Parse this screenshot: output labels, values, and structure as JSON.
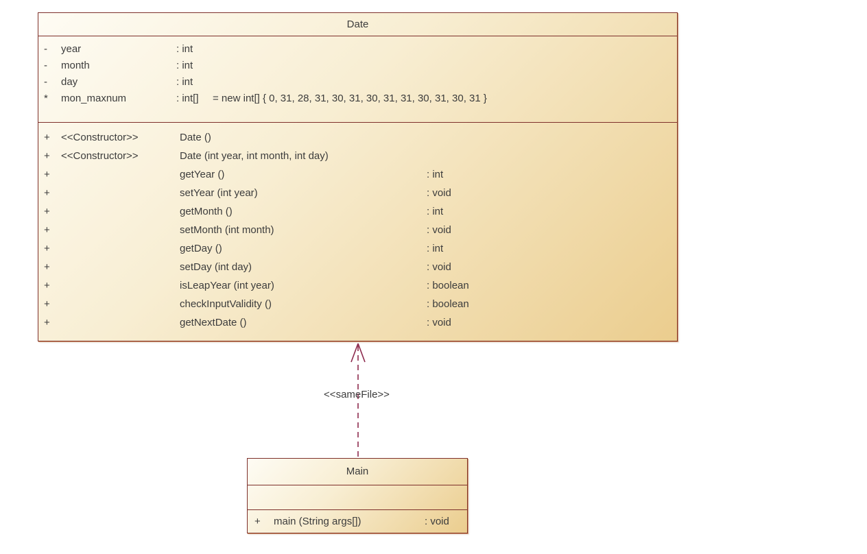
{
  "canvas": {
    "background": "#ffffff"
  },
  "colors": {
    "box_border": "#7d2f2a",
    "box_fill_light": "#fefcf4",
    "box_fill_dark": "#ebcd8e",
    "connector": "#8d2b4e",
    "text": "#3c3c3c",
    "shadow": "#d89b6e"
  },
  "classes": [
    {
      "title": "Date",
      "attributes": [
        {
          "vis": "-",
          "name": "year",
          "type": ": int",
          "value": ""
        },
        {
          "vis": "-",
          "name": "month",
          "type": ": int",
          "value": ""
        },
        {
          "vis": "-",
          "name": "day",
          "type": ": int",
          "value": ""
        },
        {
          "vis": "*",
          "name": "mon_maxnum",
          "type": ": int[]",
          "value": "= new int[] { 0, 31, 28, 31, 30, 31, 30, 31, 31, 30, 31, 30, 31 }"
        }
      ],
      "methods": [
        {
          "vis": "+",
          "stereotype": "<<Constructor>>",
          "signature": "Date ()",
          "returns": ""
        },
        {
          "vis": "+",
          "stereotype": "<<Constructor>>",
          "signature": "Date (int year, int month, int day)",
          "returns": ""
        },
        {
          "vis": "+",
          "stereotype": "",
          "signature": "getYear ()",
          "returns": ": int"
        },
        {
          "vis": "+",
          "stereotype": "",
          "signature": "setYear (int year)",
          "returns": ": void"
        },
        {
          "vis": "+",
          "stereotype": "",
          "signature": "getMonth ()",
          "returns": ": int"
        },
        {
          "vis": "+",
          "stereotype": "",
          "signature": "setMonth (int month)",
          "returns": ": void"
        },
        {
          "vis": "+",
          "stereotype": "",
          "signature": "getDay ()",
          "returns": ": int"
        },
        {
          "vis": "+",
          "stereotype": "",
          "signature": "setDay (int day)",
          "returns": ": void"
        },
        {
          "vis": "+",
          "stereotype": "",
          "signature": "isLeapYear (int year)",
          "returns": ": boolean"
        },
        {
          "vis": "+",
          "stereotype": "",
          "signature": "checkInputValidity ()",
          "returns": ": boolean"
        },
        {
          "vis": "+",
          "stereotype": "",
          "signature": "getNextDate ()",
          "returns": ": void"
        }
      ]
    },
    {
      "title": "Main",
      "attributes": [],
      "methods": [
        {
          "vis": "+",
          "signature": "main (String args[])",
          "returns": ": void"
        }
      ]
    }
  ],
  "relation": {
    "label": "<<sameFile>>",
    "type": "dashed-dependency-arrow"
  }
}
